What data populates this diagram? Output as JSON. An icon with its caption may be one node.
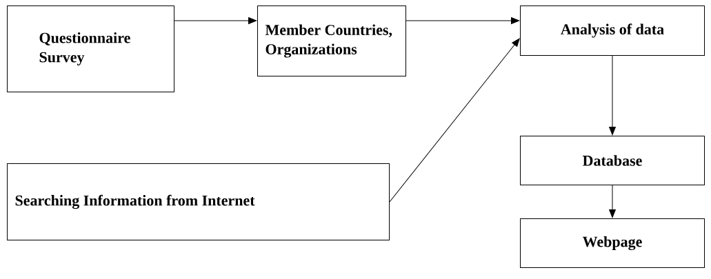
{
  "diagram": {
    "nodes": [
      {
        "text": [
          "Questionnaire Survey"
        ]
      },
      {
        "text": [
          "Member Countries, Organizations"
        ]
      },
      {
        "text": [
          "Analysis of data"
        ]
      },
      {
        "text": [
          "Database"
        ]
      },
      {
        "text": [
          "Webpage"
        ]
      },
      {
        "text": [
          "Searching Information from Internet"
        ]
      }
    ],
    "edges": [
      {
        "from": 0,
        "to": 1,
        "arrow": "to"
      },
      {
        "from": 1,
        "to": 2,
        "arrow": "to"
      },
      {
        "from": 5,
        "to": 2,
        "arrow": "to"
      },
      {
        "from": 2,
        "to": 3,
        "arrow": "to"
      },
      {
        "from": 3,
        "to": 4,
        "arrow": "to"
      }
    ]
  }
}
